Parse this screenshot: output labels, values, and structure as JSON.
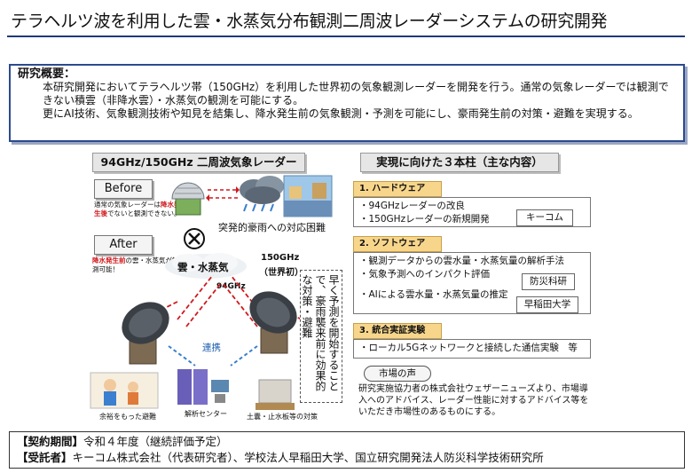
{
  "title": "テラヘルツ波を利用した雲・水蒸気分布観測二周波レーダーシステムの研究開発",
  "summary": {
    "heading": "研究概要：",
    "para1": "本研究開発においてテラヘルツ帯（150GHz）を利用した世界初の気象観測レーダーを開発を行う。通常の気象レーダーでは観測できない積雲（非降水雲）・水蒸気の観測を可能にする。",
    "para2": "更にAI技術、気象観測技術や知見を結集し、降水発生前の気象観測・予測を可能にし、豪雨発生前の対策・避難を実現する。"
  },
  "left": {
    "title": "94GHz/150GHz 二周波気象レーダー",
    "before_label": "Before",
    "before_note_pre": "通常の気象レーダーは",
    "before_note_red": "降水発生後",
    "before_note_post": "でないと観測できない。",
    "after_label": "After",
    "after_note_red": "降水発生前",
    "after_note_post": "の雲・水蒸気が観測可能！",
    "difficulty": "突発的豪雨への対応困難",
    "cloud_vapor": "雲・水蒸気",
    "freq_94": "94GHz",
    "freq_150": "150GHz",
    "world_first": "（世界初）",
    "link": "連携",
    "analysis_center": "解析センター",
    "evacuation": "余裕をもった避難",
    "sandbag": "土囊・止水板等の対策",
    "vertical_text": "早く予測を開始することで、豪雨襲来前に効果的な対策・避難"
  },
  "right": {
    "title": "実現に向けた３本柱（主な内容）",
    "pillars": [
      {
        "heading": "1. ハードウェア",
        "items": [
          "・94GHzレーダーの改良",
          "・150GHzレーダーの新規開発"
        ],
        "org": "キーコム"
      },
      {
        "heading": "2. ソフトウェア",
        "items": [
          "・観測データからの雲水量・水蒸気量の解析手法",
          "・気象予測へのインパクト評価",
          "・AIによる雲水量・水蒸気量の推定"
        ],
        "org1": "防災科研",
        "org2": "早稲田大学"
      },
      {
        "heading": "3. 統合実証実験",
        "items": [
          "・ローカル5Gネットワークと接続した通信実験　等"
        ]
      }
    ],
    "market_heading": "市場の声",
    "market_text": "研究実施協力者の株式会社ウェザーニューズより、市場導入へのアドバイス、レーダー性能に対するアドバイス等をいただき市場性のあるものにする。"
  },
  "footer": {
    "period_label": "【契約期間】",
    "period_value": "令和４年度（継続評価予定）",
    "contractor_label": "【受託者】",
    "contractor_value": "キーコム株式会社（代表研究者）、学校法人早稲田大学、国立研究開発法人防災科学技術研究所"
  },
  "colors": {
    "accent": "#1f3a7a",
    "red": "#d0191d",
    "pillar": "#f7d68c"
  }
}
